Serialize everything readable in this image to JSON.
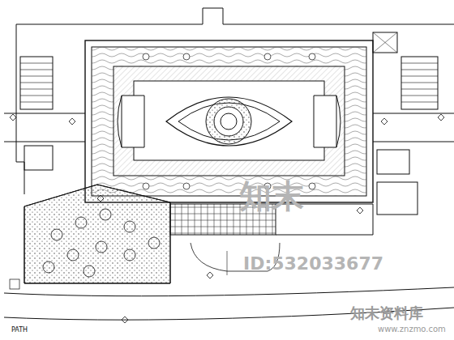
{
  "diagram": {
    "labels": [
      "PATH",
      "知末",
      "ID:532033677",
      "知末资料库",
      "www.znzmo.com"
    ]
  }
}
